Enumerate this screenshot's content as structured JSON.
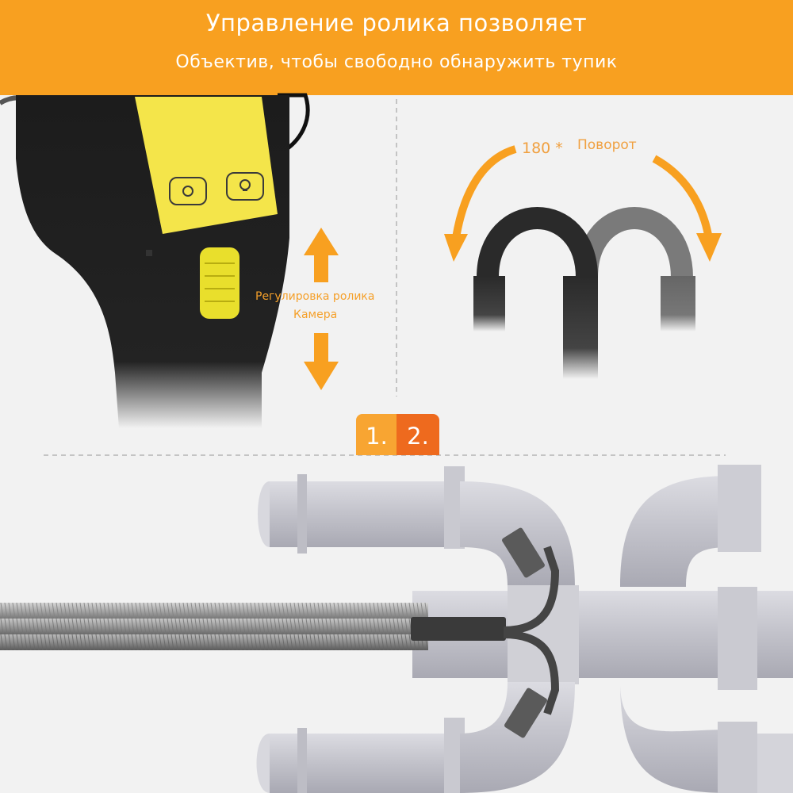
{
  "banner": {
    "title": "Управление ролика позволяет",
    "subtitle": "Объектив, чтобы свободно обнаружить тупик"
  },
  "device": {
    "roller_label_line1": "Регулировка ролика",
    "roller_label_line2": "Камера",
    "button_icons": [
      "camera-icon",
      "light-bulb-icon"
    ]
  },
  "rotation": {
    "degrees_label": "180 *",
    "rotate_label": "Поворот"
  },
  "steps": {
    "step1": "1.",
    "step2": "2."
  },
  "colors": {
    "accent": "#f8a020",
    "step1_bg": "#f8a532",
    "step2_bg": "#ee6a1e",
    "device_yellow": "#f4e54a",
    "pipe_gray": "#c8c8d0"
  }
}
